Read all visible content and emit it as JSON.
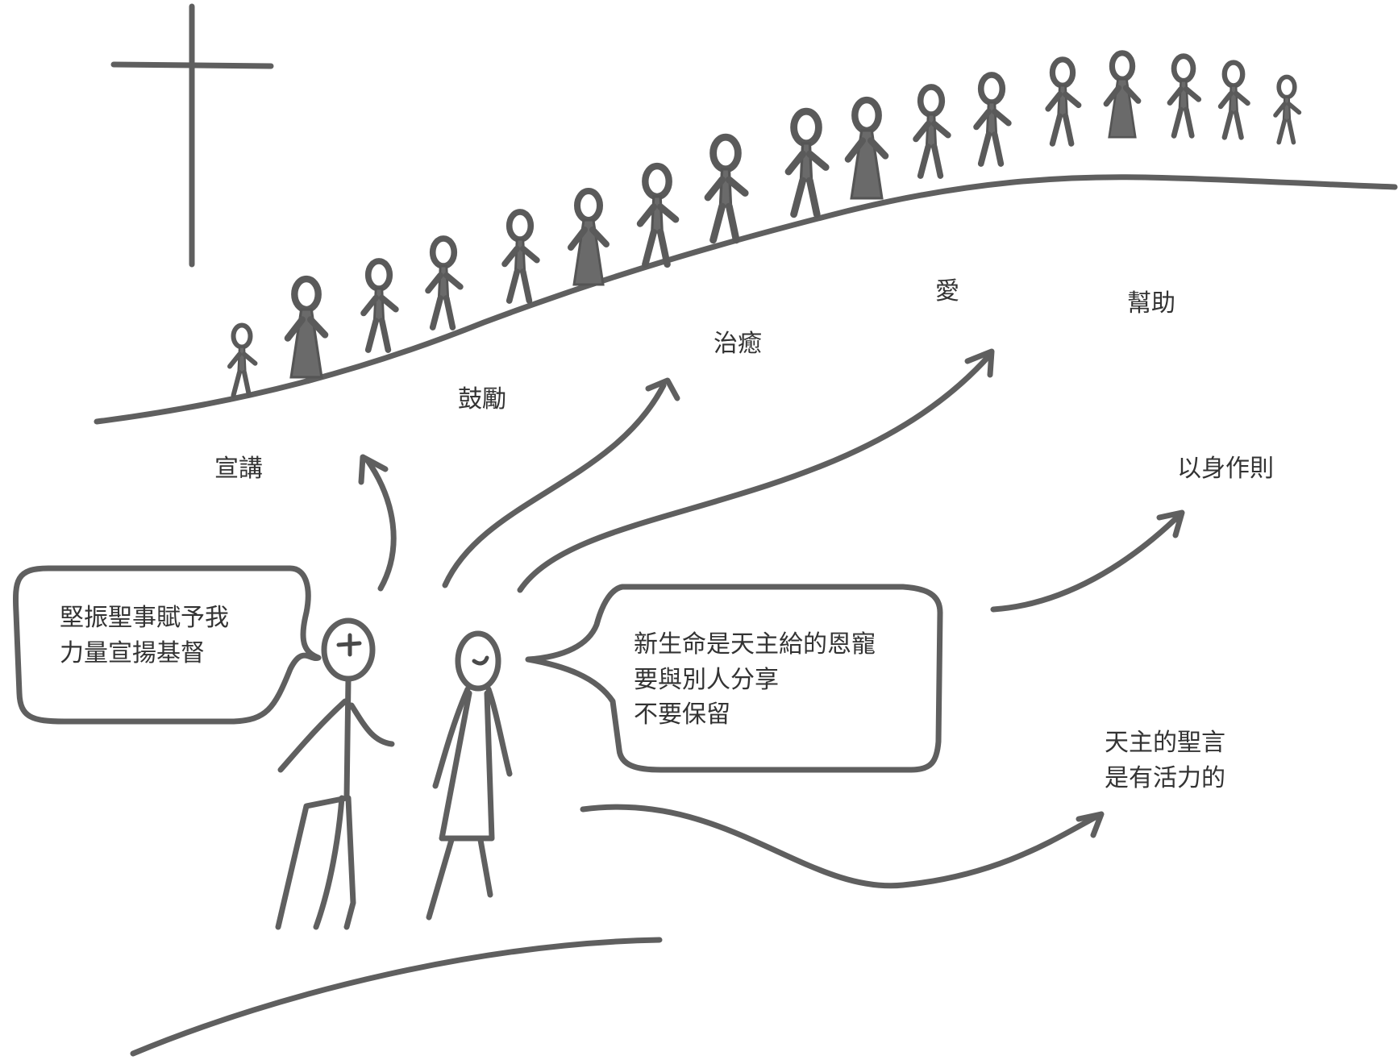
{
  "labels": {
    "preach": "宣講",
    "encourage": "鼓勵",
    "heal": "治癒",
    "love": "愛",
    "help": "幫助",
    "example": "以身作則",
    "word": [
      "天主的聖言",
      "是有活力的"
    ]
  },
  "bubbles": {
    "left": [
      "堅振聖事賦予我",
      "力量宣揚基督"
    ],
    "right": [
      "新生命是天主給的恩寵",
      "要與別人分享",
      "不要保留"
    ]
  }
}
